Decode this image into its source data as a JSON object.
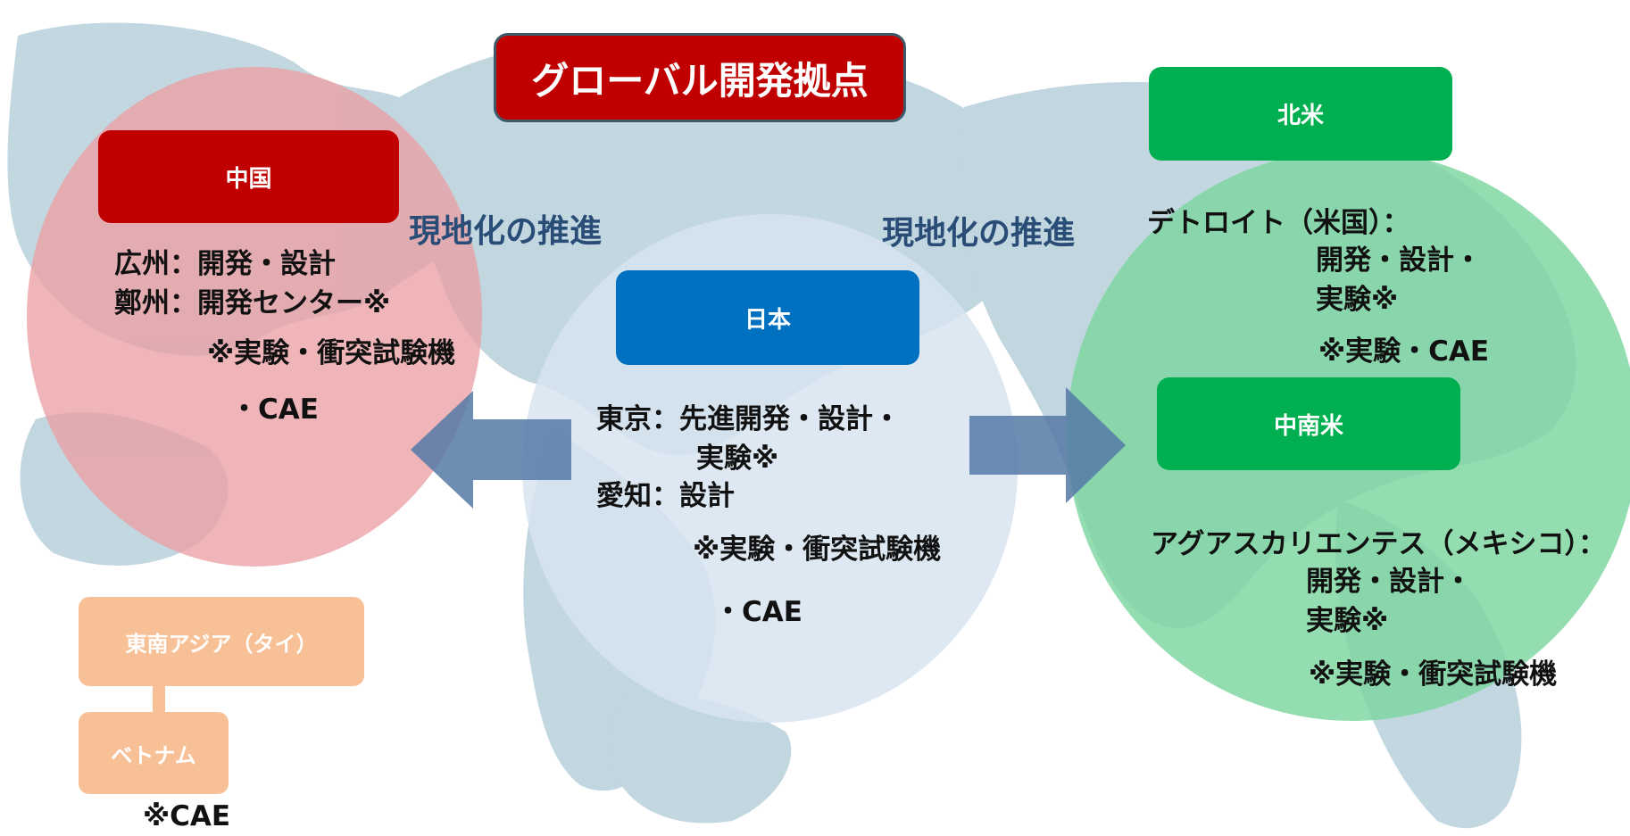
{
  "colors": {
    "title_bg": "#c00000",
    "china_box": "#c00000",
    "china_circle": "#eaa0a4",
    "japan_box": "#0070c0",
    "japan_circle": "#d7e4f1",
    "americas_box": "#00b050",
    "americas_circle": "#7dd6a0",
    "sea_box": "#f8c097",
    "arrow": "#5579a6",
    "map": "#a8c6d2"
  },
  "title": "グローバル開発拠点",
  "slogans": {
    "left": "現地化の推進",
    "right": "現地化の推進"
  },
  "china": {
    "box_label": "中国",
    "line1": "広州：開発・設計",
    "line2": "鄭州：開発センター※",
    "note1": "※実験・衝突試験機",
    "note2": "・CAE"
  },
  "japan": {
    "box_label": "日本",
    "line1": "東京：先進開発・設計・",
    "line1b": "実験※",
    "line2": "愛知：設計",
    "note1": "※実験・衝突試験機",
    "note2": "・CAE"
  },
  "north_america": {
    "box_label": "北米",
    "line1": "デトロイト（米国）：",
    "line2": "開発・設計・",
    "line3": "実験※",
    "note1": "※実験・CAE"
  },
  "latin_america": {
    "box_label": "中南米",
    "line1": "アグアスカリエンテス（メキシコ）：",
    "line2": "開発・設計・",
    "line3": "実験※",
    "note1": "※実験・衝突試験機"
  },
  "southeast_asia": {
    "box_label": "東南アジア（タイ）",
    "sub_label": "ベトナム",
    "note1": "※CAE"
  }
}
